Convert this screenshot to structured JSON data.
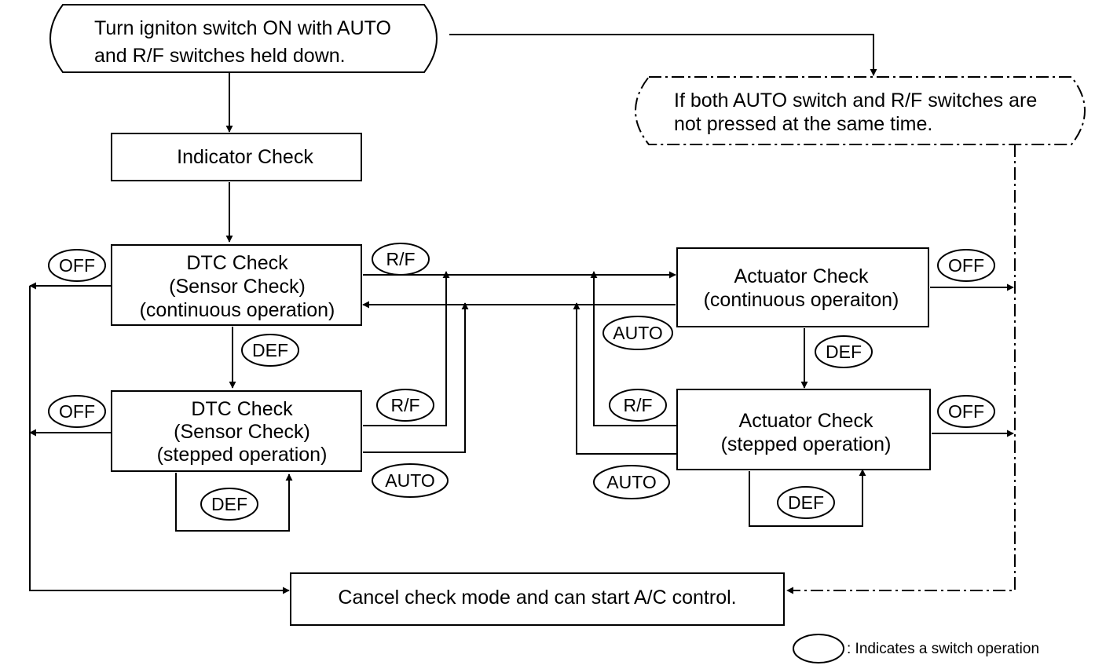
{
  "nodes": {
    "start": {
      "lines": [
        "Turn igniton switch ON with AUTO",
        "and R/F switches held down."
      ]
    },
    "not_pressed": {
      "lines": [
        "If both AUTO switch and R/F switches are",
        "not pressed at the same time."
      ]
    },
    "indicator": {
      "lines": [
        "Indicator Check"
      ]
    },
    "dtc_cont": {
      "lines": [
        "DTC Check",
        "(Sensor Check)",
        "(continuous operation)"
      ]
    },
    "dtc_step": {
      "lines": [
        "DTC Check",
        "(Sensor Check)",
        "(stepped operation)"
      ]
    },
    "act_cont": {
      "lines": [
        "Actuator Check",
        "(continuous operaiton)"
      ]
    },
    "act_step": {
      "lines": [
        "Actuator Check",
        "(stepped operation)"
      ]
    },
    "cancel": {
      "lines": [
        "Cancel check mode and can start A/C control."
      ]
    }
  },
  "switches": {
    "off_dtc_cont": "OFF",
    "def_dtc_down": "DEF",
    "rf_top": "R/F",
    "auto_top": "AUTO",
    "off_act_cont": "OFF",
    "def_act_down": "DEF",
    "off_dtc_step": "OFF",
    "rf_bottom_left": "R/F",
    "auto_bottom_left": "AUTO",
    "def_dtc_loop": "DEF",
    "rf_bottom_right": "R/F",
    "auto_bottom_right": "AUTO",
    "off_act_step": "OFF",
    "def_act_loop": "DEF"
  },
  "legend": {
    "text": ": Indicates a switch operation"
  }
}
